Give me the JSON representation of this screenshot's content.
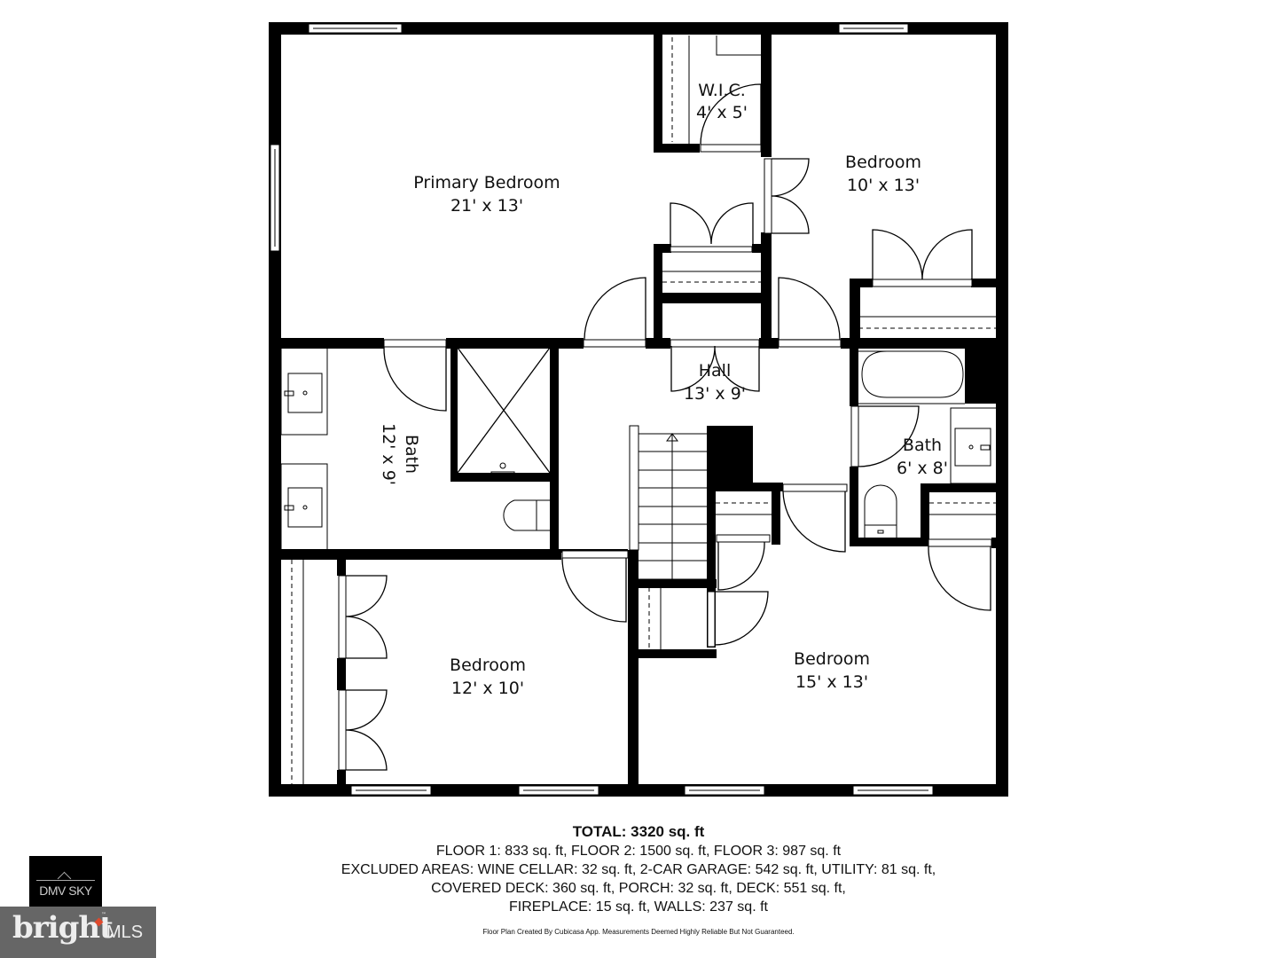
{
  "rooms": {
    "primary_bedroom": {
      "name": "Primary Bedroom",
      "dims": "21' x 13'"
    },
    "wic": {
      "name": "W.I.C.",
      "dims": "4' x 5'"
    },
    "bedroom_ne": {
      "name": "Bedroom",
      "dims": "10' x 13'"
    },
    "bath_primary": {
      "name": "Bath",
      "dims": "12' x 9'"
    },
    "hall": {
      "name": "Hall",
      "dims": "13' x 9'"
    },
    "bath_hall": {
      "name": "Bath",
      "dims": "6' x 8'"
    },
    "bedroom_sw": {
      "name": "Bedroom",
      "dims": "12' x 10'"
    },
    "bedroom_se": {
      "name": "Bedroom",
      "dims": "15' x 13'"
    }
  },
  "summary": {
    "total": "TOTAL: 3320 sq. ft",
    "floors": "FLOOR 1: 833 sq. ft, FLOOR 2: 1500 sq. ft, FLOOR 3: 987 sq. ft",
    "excluded_1": "EXCLUDED AREAS: WINE CELLAR: 32 sq. ft, 2-CAR GARAGE: 542 sq. ft, UTILITY: 81 sq. ft,",
    "excluded_2": "COVERED DECK: 360 sq. ft, PORCH: 32 sq. ft, DECK: 551 sq. ft,",
    "excluded_3": "FIREPLACE: 15 sq. ft, WALLS: 237 sq. ft",
    "credit": "Floor Plan Created By Cubicasa App. Measurements Deemed Highly Reliable But Not Guaranteed."
  },
  "logos": {
    "dmv_sky": "DMV SKY",
    "bright_word": "bright",
    "bright_mls": "MLS",
    "bright_tm": "™"
  },
  "colors": {
    "walls": "#000000",
    "background": "#ffffff",
    "bright_bg": "#666666",
    "bright_accent": "#e0492c"
  }
}
